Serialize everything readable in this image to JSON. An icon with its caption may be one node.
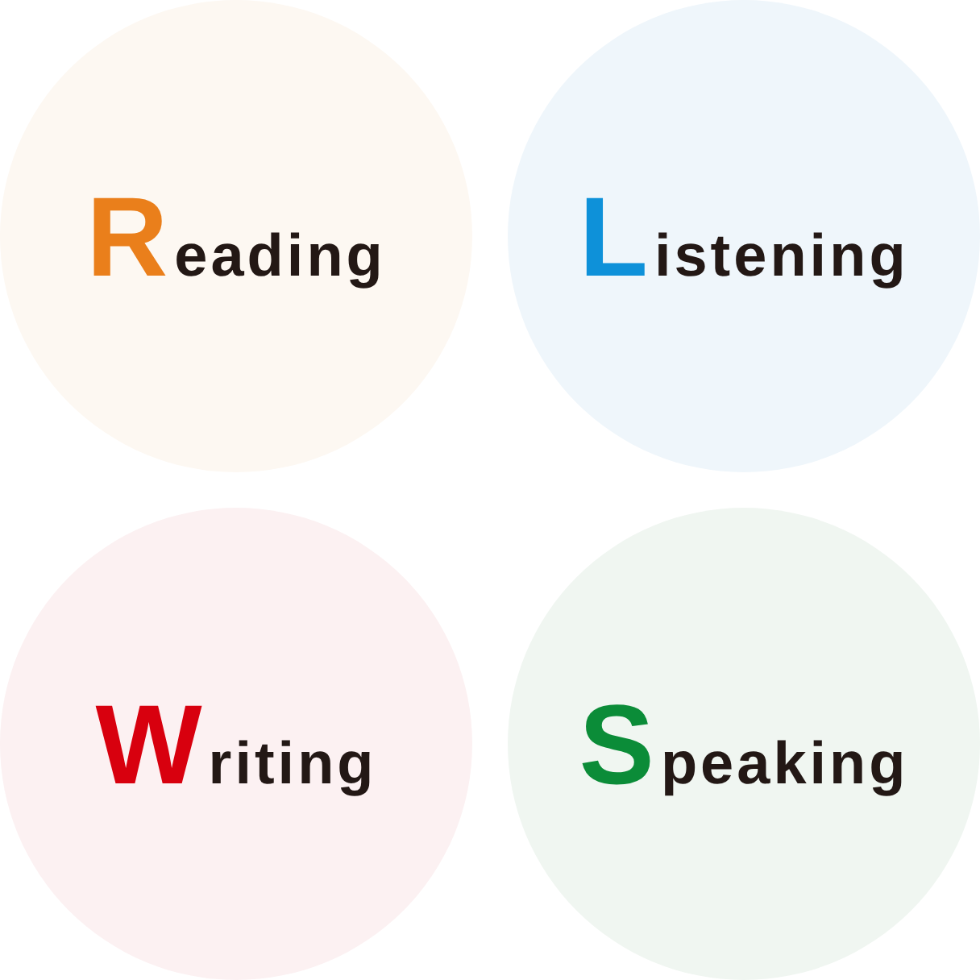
{
  "diagram": {
    "nodes": [
      {
        "text": [
          "Reading"
        ]
      },
      {
        "text": [
          "Listening"
        ]
      },
      {
        "text": [
          "Writing"
        ]
      },
      {
        "text": [
          "Speaking"
        ]
      }
    ]
  }
}
